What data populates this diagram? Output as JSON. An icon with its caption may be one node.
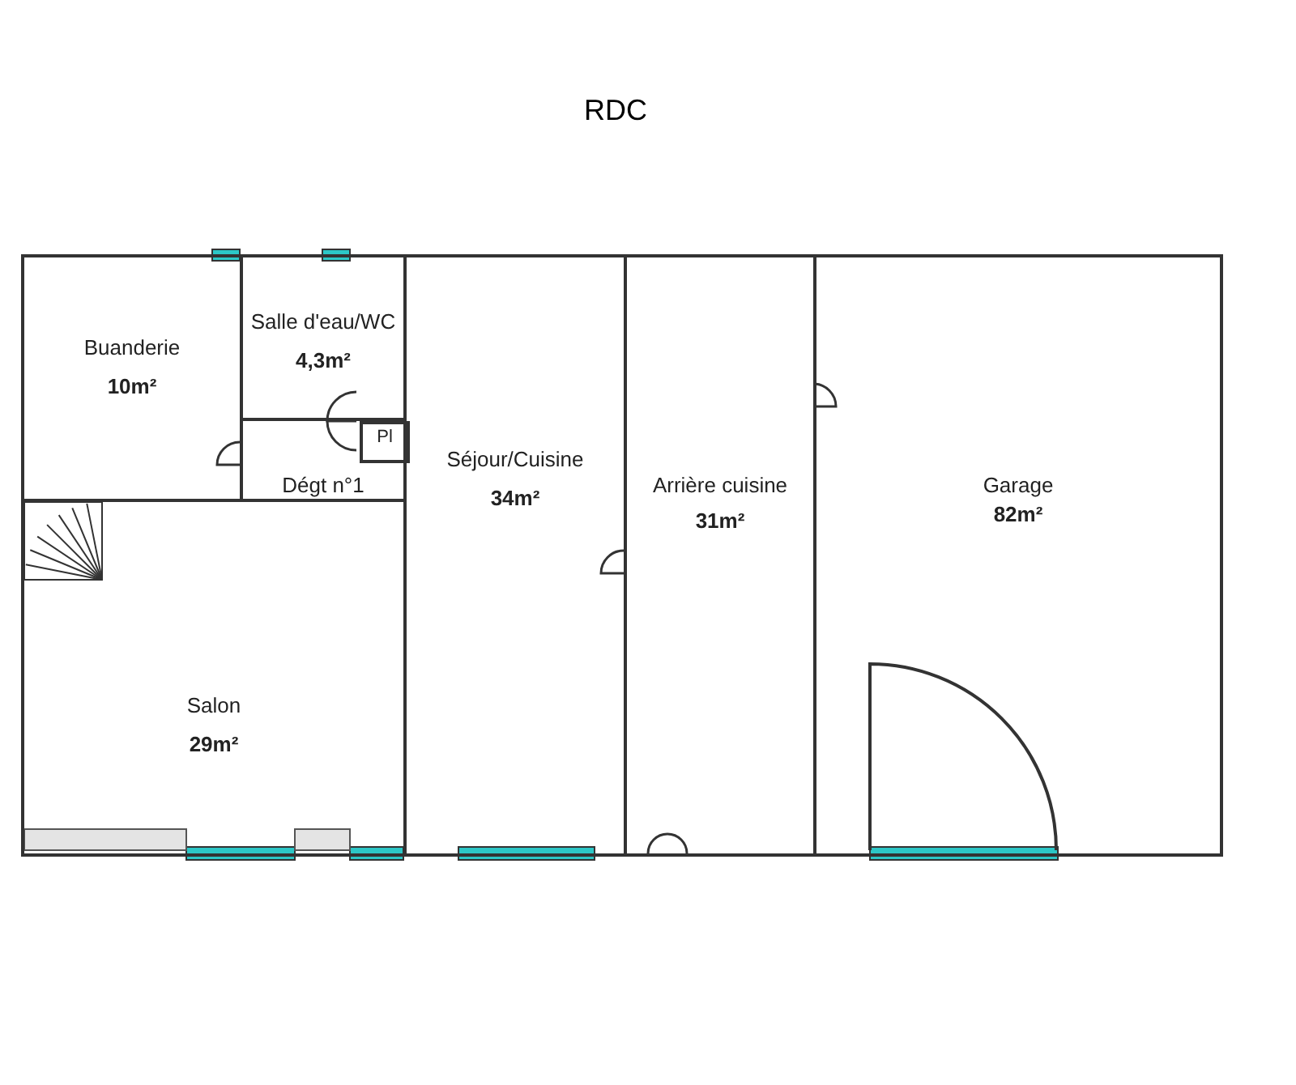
{
  "diagram": {
    "title": "RDC",
    "nodes": [
      {
        "text": [
          "Buanderie",
          "10m²"
        ]
      },
      {
        "text": [
          "Salle d'eau/WC",
          "4,3m²"
        ]
      },
      {
        "text": [
          "Dégt n°1"
        ]
      },
      {
        "text": [
          "Pl"
        ],
        "in": 2
      },
      {
        "text": [
          "Salon",
          "29m²"
        ]
      },
      {
        "text": [
          "Séjour/Cuisine",
          "34m²"
        ]
      },
      {
        "text": [
          "Arrière cuisine",
          "31m²"
        ]
      },
      {
        "text": [
          "Garage",
          "82m²"
        ]
      }
    ]
  }
}
